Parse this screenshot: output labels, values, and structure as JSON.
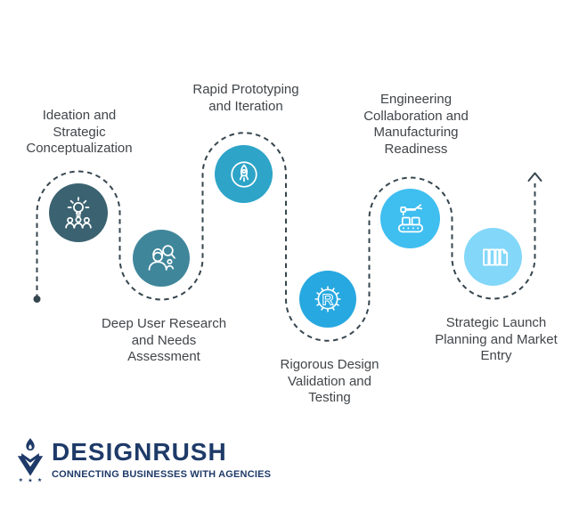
{
  "canvas": {
    "background": "#ffffff"
  },
  "path": {
    "color": "#36464f",
    "dash": "5.5 4.5"
  },
  "steps": [
    {
      "label": "Ideation and Strategic Conceptualization",
      "lines": [
        "Ideation and",
        "Strategic",
        "Conceptualization"
      ],
      "color": "#3b6271",
      "icon": "ideation-icon",
      "position": "top"
    },
    {
      "label": "Deep User Research and Needs Assessment",
      "lines": [
        "Deep User Research",
        "and Needs",
        "Assessment"
      ],
      "color": "#40869b",
      "icon": "user-research-icon",
      "position": "bottom"
    },
    {
      "label": "Rapid Prototyping and Iteration",
      "lines": [
        "Rapid Prototyping",
        "and Iteration"
      ],
      "color": "#2da4c8",
      "icon": "rocket-icon",
      "position": "top"
    },
    {
      "label": "Rigorous Design Validation and Testing",
      "lines": [
        "Rigorous Design",
        "Validation and",
        "Testing"
      ],
      "color": "#27a8e0",
      "icon": "gear-r-icon",
      "position": "bottom"
    },
    {
      "label": "Engineering Collaboration and Manufacturing Readiness",
      "lines": [
        "Engineering",
        "Collaboration and",
        "Manufacturing",
        "Readiness"
      ],
      "color": "#3fbef0",
      "icon": "manufacturing-icon",
      "position": "top"
    },
    {
      "label": "Strategic Launch Planning and Market Entry",
      "lines": [
        "Strategic Launch",
        "Planning and Market",
        "Entry"
      ],
      "color": "#83d7f8",
      "icon": "books-icon",
      "position": "bottom"
    }
  ],
  "footer": {
    "brand": "DESIGNRUSH",
    "tagline": "CONNECTING BUSINESSES WITH AGENCIES",
    "brand_color": "#1e3a68"
  }
}
